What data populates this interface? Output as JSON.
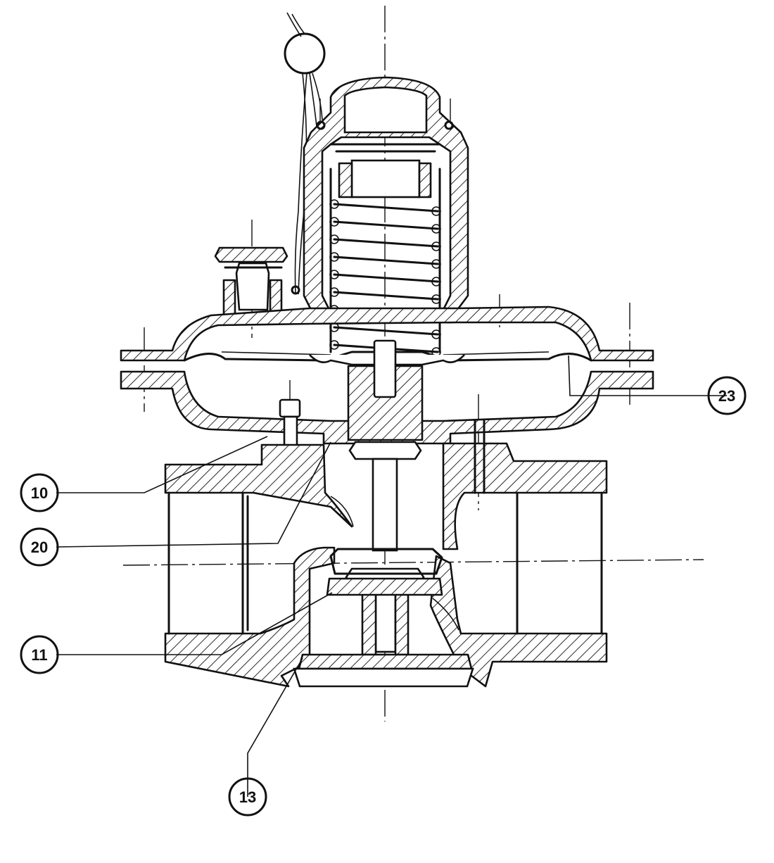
{
  "callouts": [
    {
      "id": "10",
      "label": "10"
    },
    {
      "id": "20",
      "label": "20"
    },
    {
      "id": "11",
      "label": "11"
    },
    {
      "id": "13",
      "label": "13"
    },
    {
      "id": "23",
      "label": "23"
    }
  ],
  "colors": {
    "ink": "#111111",
    "paper": "#ffffff"
  }
}
